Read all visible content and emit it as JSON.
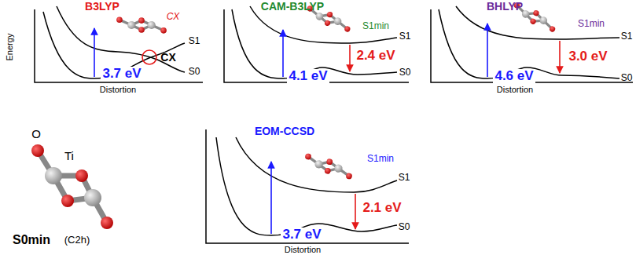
{
  "diagram": {
    "labels": [
      "Energy",
      "B3LYP",
      "CX",
      "CX",
      "S1",
      "S0",
      "3.7 eV",
      "Distortion",
      "CAM-B3LYP",
      "S1min",
      "2.4 eV",
      "4.1 eV",
      "S1",
      "S0",
      "BHLYP",
      "S1min",
      "3.0 eV",
      "4.6 eV",
      "S1",
      "S0",
      "Distortion",
      "O",
      "Ti",
      "S0min",
      "(C2h)",
      "EOM-CCSD",
      "S1min",
      "2.1 eV",
      "3.7 eV",
      "S1",
      "S0",
      "Distortion"
    ]
  }
}
